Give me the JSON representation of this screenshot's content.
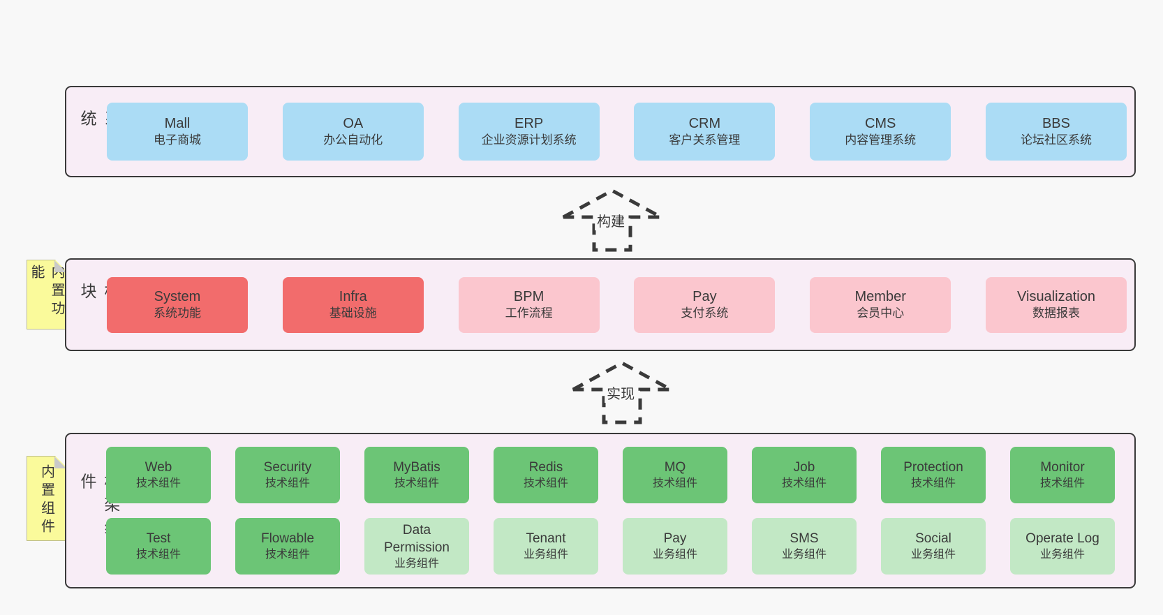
{
  "colors": {
    "page_bg": "#f8f8f8",
    "container_bg": "#f8edf6",
    "container_border": "#3a3a3a",
    "blue_box": "#abdcf5",
    "red_box": "#f26c6c",
    "pink_box": "#fbc6ce",
    "green_box": "#6cc576",
    "light_green_box": "#c2e8c5",
    "note_bg": "#fafa9b",
    "note_fold": "#c9c9c9",
    "text": "#3a3a3a"
  },
  "arrows": [
    {
      "label": "构建"
    },
    {
      "label": "实现"
    }
  ],
  "layers": [
    {
      "label": "业务系统",
      "boxes": [
        {
          "name": "Mall",
          "desc": "电子商城",
          "variant": "blue"
        },
        {
          "name": "OA",
          "desc": "办公自动化",
          "variant": "blue"
        },
        {
          "name": "ERP",
          "desc": "企业资源计划系统",
          "variant": "blue"
        },
        {
          "name": "CRM",
          "desc": "客户关系管理",
          "variant": "blue"
        },
        {
          "name": "CMS",
          "desc": "内容管理系统",
          "variant": "blue"
        },
        {
          "name": "BBS",
          "desc": "论坛社区系统",
          "variant": "blue"
        }
      ]
    },
    {
      "label": "通用模块",
      "note": "内置功能",
      "boxes": [
        {
          "name": "System",
          "desc": "系统功能",
          "variant": "red"
        },
        {
          "name": "Infra",
          "desc": "基础设施",
          "variant": "red"
        },
        {
          "name": "BPM",
          "desc": "工作流程",
          "variant": "pink"
        },
        {
          "name": "Pay",
          "desc": "支付系统",
          "variant": "pink"
        },
        {
          "name": "Member",
          "desc": "会员中心",
          "variant": "pink"
        },
        {
          "name": "Visualization",
          "desc": "数据报表",
          "variant": "pink"
        }
      ]
    },
    {
      "label": "框架组件",
      "note": "内置组件",
      "rows": [
        [
          {
            "name": "Web",
            "desc": "技术组件",
            "variant": "green"
          },
          {
            "name": "Security",
            "desc": "技术组件",
            "variant": "green"
          },
          {
            "name": "MyBatis",
            "desc": "技术组件",
            "variant": "green"
          },
          {
            "name": "Redis",
            "desc": "技术组件",
            "variant": "green"
          },
          {
            "name": "MQ",
            "desc": "技术组件",
            "variant": "green"
          },
          {
            "name": "Job",
            "desc": "技术组件",
            "variant": "green"
          },
          {
            "name": "Protection",
            "desc": "技术组件",
            "variant": "green"
          },
          {
            "name": "Monitor",
            "desc": "技术组件",
            "variant": "green"
          }
        ],
        [
          {
            "name": "Test",
            "desc": "技术组件",
            "variant": "green"
          },
          {
            "name": "Flowable",
            "desc": "技术组件",
            "variant": "green"
          },
          {
            "name": "Data Permission",
            "desc": "业务组件",
            "variant": "lgreen"
          },
          {
            "name": "Tenant",
            "desc": "业务组件",
            "variant": "lgreen"
          },
          {
            "name": "Pay",
            "desc": "业务组件",
            "variant": "lgreen"
          },
          {
            "name": "SMS",
            "desc": "业务组件",
            "variant": "lgreen"
          },
          {
            "name": "Social",
            "desc": "业务组件",
            "variant": "lgreen"
          },
          {
            "name": "Operate Log",
            "desc": "业务组件",
            "variant": "lgreen"
          }
        ]
      ]
    }
  ]
}
